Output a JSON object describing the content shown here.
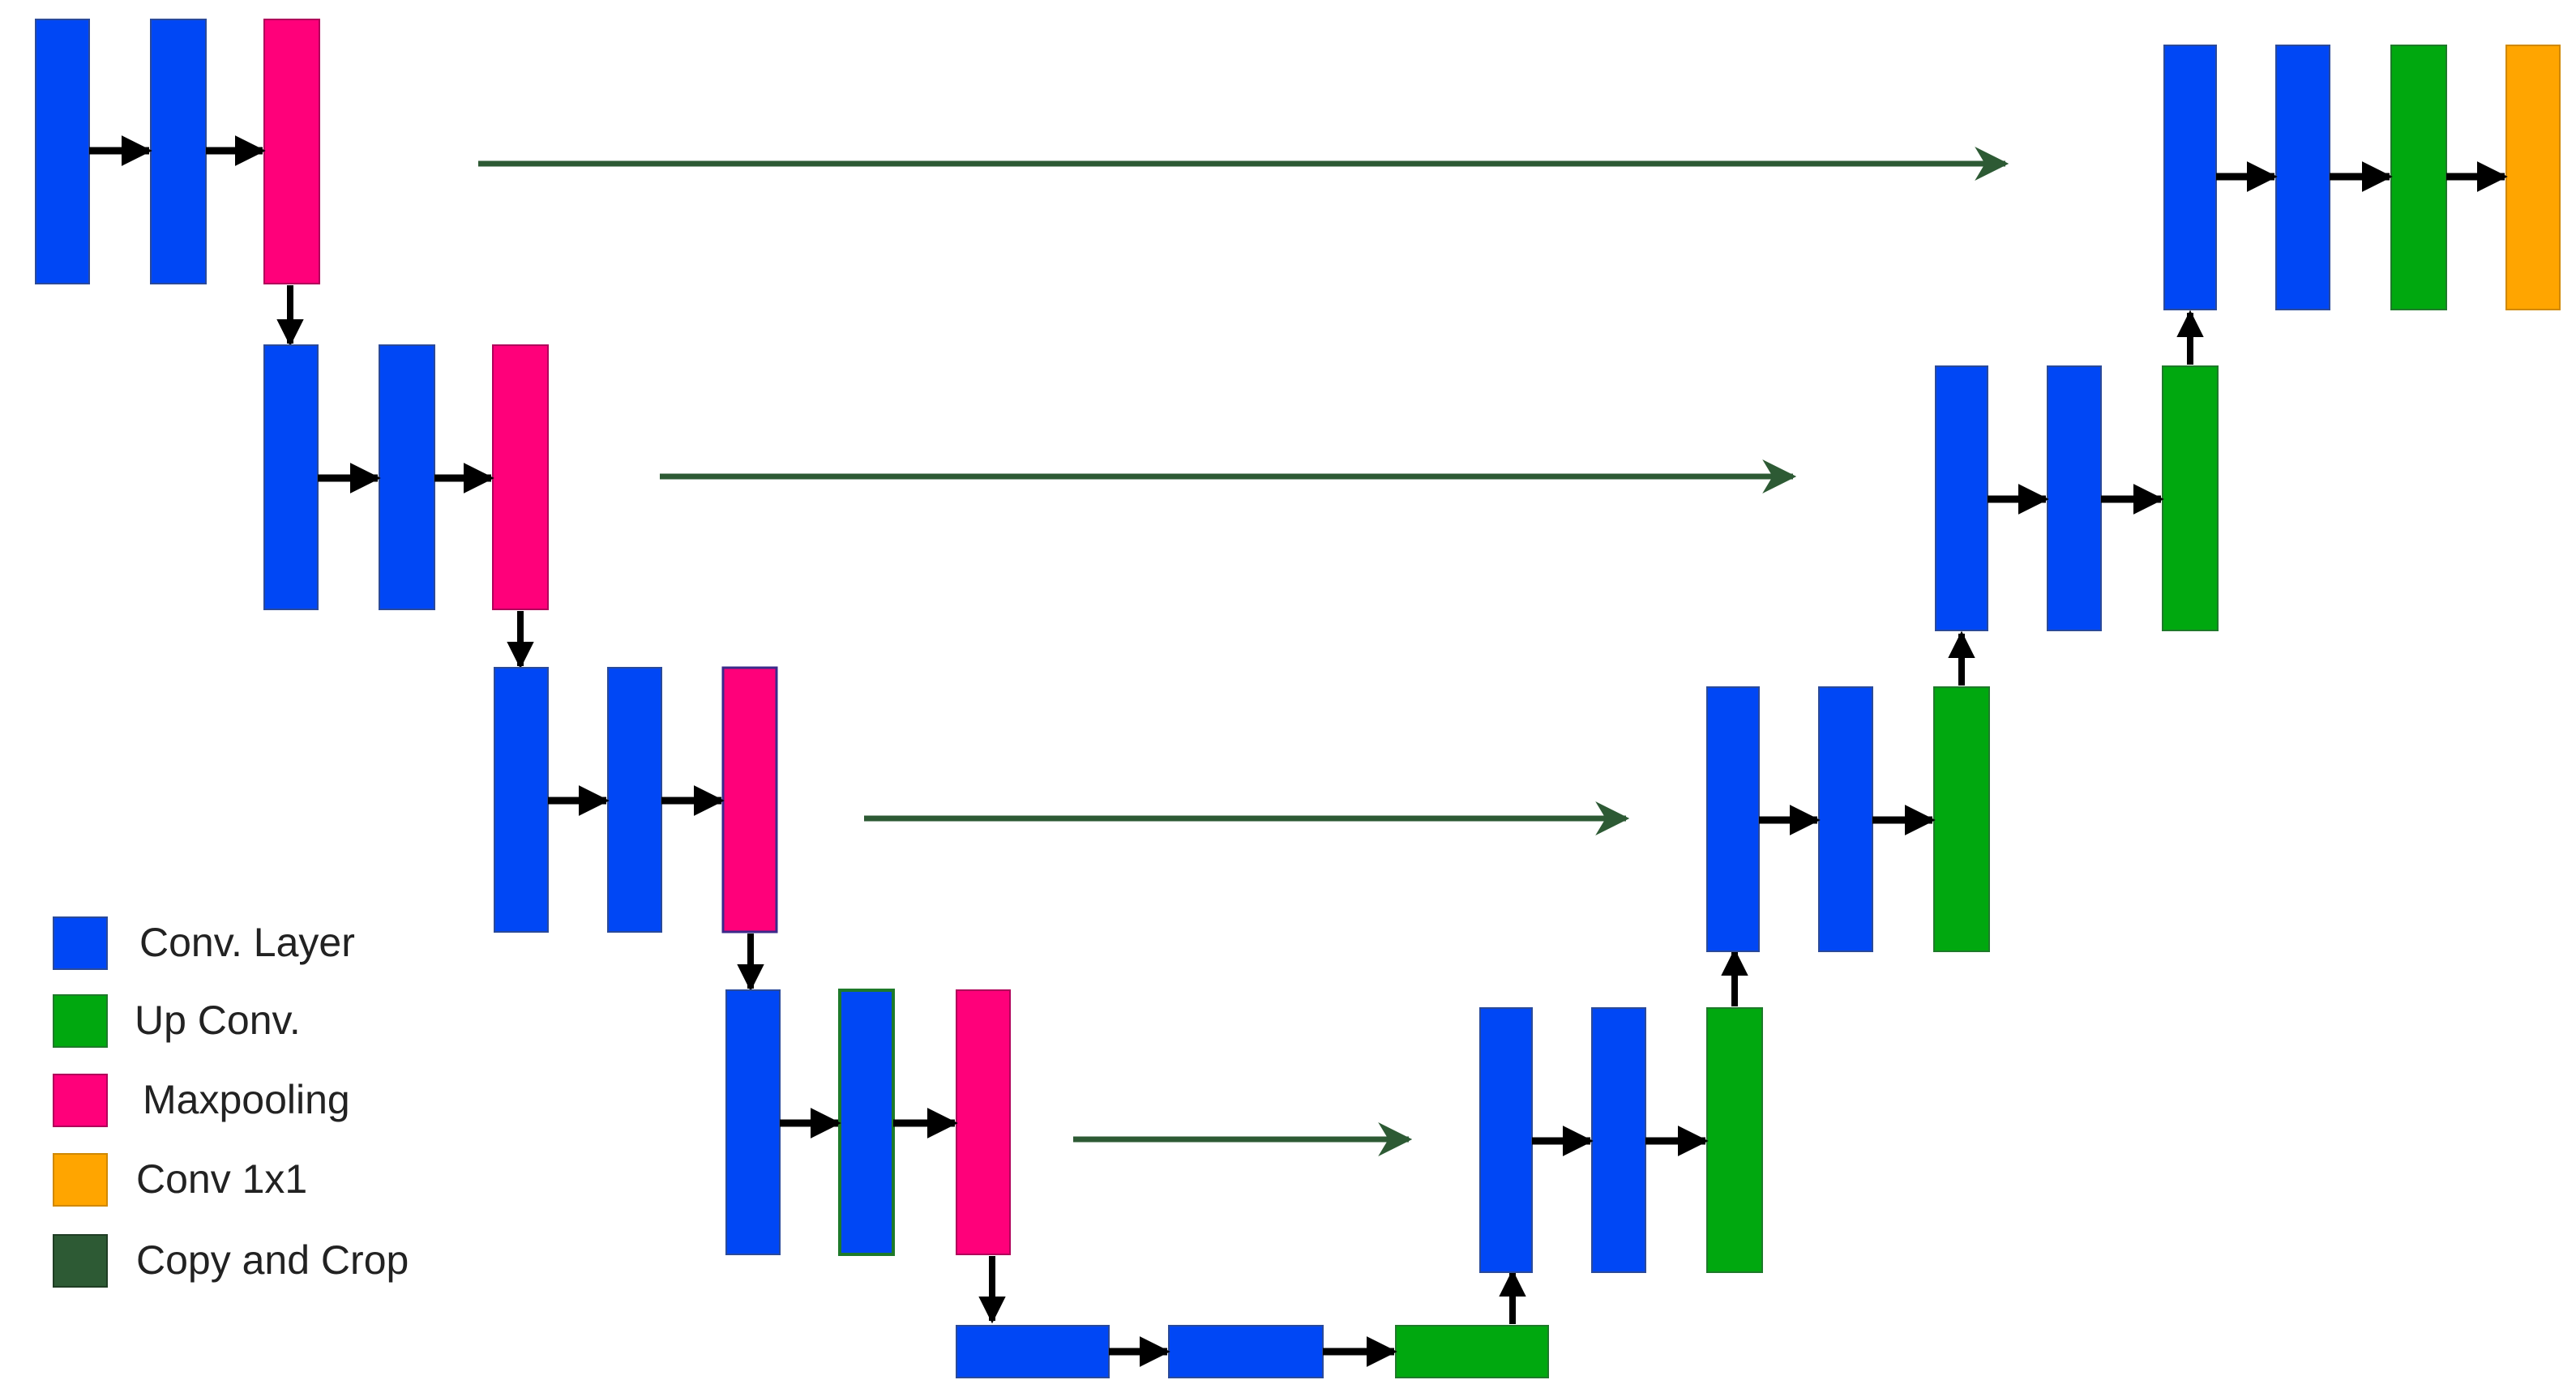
{
  "colors": {
    "conv_layer": "#0047f5",
    "up_conv": "#00a80f",
    "maxpooling": "#ff007a",
    "conv_1x1": "#ffa500",
    "copy_and_crop": "#2d5a34",
    "block_border": "#2a4a9a",
    "arrow": "#000000",
    "skip_arrow": "#2d5a34"
  },
  "legend": {
    "items": [
      {
        "label": "Conv. Layer",
        "kind": "conv_layer"
      },
      {
        "label": "Up Conv.",
        "kind": "up_conv"
      },
      {
        "label": "Maxpooling",
        "kind": "maxpooling"
      },
      {
        "label": "Conv 1x1",
        "kind": "conv_1x1"
      },
      {
        "label": "Copy and Crop",
        "kind": "copy_and_crop"
      }
    ]
  }
}
